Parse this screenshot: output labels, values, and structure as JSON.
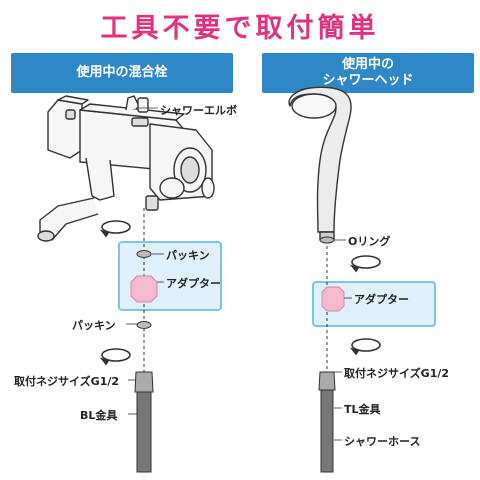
{
  "title": "工具不要で取付簡単",
  "left_header": "使用中の混合栓",
  "right_header_line1": "使用中の",
  "right_header_line2": "シャワーヘッド",
  "left_labels": {
    "shower_elbow": "シャワーエルボ",
    "packing_top": "パッキン",
    "adapter": "アダプター",
    "packing_bottom": "パッキン",
    "thread_size": "取付ネジサイズG1/2",
    "bl_fitting": "BL金具"
  },
  "right_labels": {
    "o_ring": "Oリング",
    "adapter": "アダプター",
    "thread_size": "取付ネジサイズG1/2",
    "tl_fitting": "TL金具",
    "shower_hose": "シャワーホース"
  },
  "colors": {
    "title": "#e4317f",
    "header_bg": "#2e88c8",
    "box_bg": "#dff0fa",
    "box_border": "#7cc4ea",
    "adapter": "#f4b8cf"
  }
}
